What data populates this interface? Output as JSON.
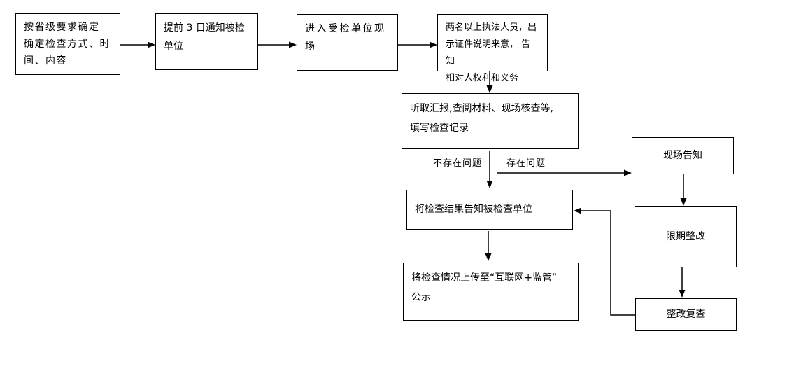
{
  "diagram": {
    "title": "inspection-process-flowchart",
    "colors": {
      "background": "#ffffff",
      "line": "#000000",
      "node_border": "#000000",
      "node_fill": "#ffffff",
      "text": "#000000"
    },
    "nodes": [
      {
        "id": "determine-plan",
        "lines": [
          "按省级要求确定",
          "确定检查方式、时",
          "间、内容"
        ]
      },
      {
        "id": "notify-3days",
        "lines": [
          "提前 3 日通知被检",
          "单位"
        ]
      },
      {
        "id": "enter-site",
        "lines": [
          "进入受检单位现",
          "场"
        ]
      },
      {
        "id": "show-credentials",
        "lines": [
          "两名以上执法人员，出",
          "示证件说明来意， 告知",
          "相对人权利和义务"
        ]
      },
      {
        "id": "listen-review",
        "lines": [
          "听取汇报,查阅材料、现场核查等,",
          "填写检查记录"
        ]
      },
      {
        "id": "inform-result",
        "lines": [
          "将检查结果告知被检查单位"
        ]
      },
      {
        "id": "upload-publicity",
        "lines": [
          "将检查情况上传至“互联网+监管”",
          "公示"
        ]
      },
      {
        "id": "onsite-notice",
        "lines": [
          "现场告知"
        ]
      },
      {
        "id": "deadline-rectify",
        "lines": [
          "限期整改"
        ]
      },
      {
        "id": "rectify-recheck",
        "lines": [
          "整改复查"
        ]
      }
    ],
    "labels": {
      "no_issue": "不存在问题",
      "has_issue": "存在问题"
    }
  }
}
